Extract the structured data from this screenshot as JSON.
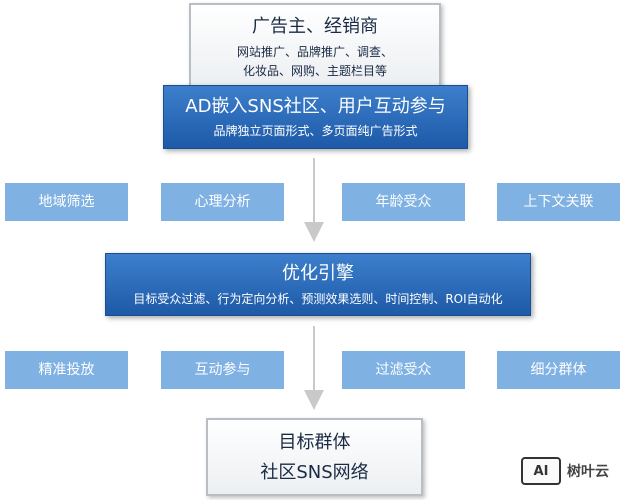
{
  "top_box": {
    "title": "广告主、经销商",
    "line1": "网站推广、品牌推广、调查、",
    "line2": "化妆品、网购、主题栏目等"
  },
  "ad_box": {
    "title": "AD嵌入SNS社区、用户互动参与",
    "subtitle": "品牌独立页面形式、多页面纯广告形式"
  },
  "filters_row": [
    "地域筛选",
    "心理分析",
    "年龄受众",
    "上下文关联"
  ],
  "engine_box": {
    "title": "优化引擎",
    "subtitle": "目标受众过滤、行为定向分析、预测效果选则、时间控制、ROI自动化"
  },
  "results_row": [
    "精准投放",
    "互动参与",
    "过滤受众",
    "细分群体"
  ],
  "bottom_box": {
    "title": "目标群体",
    "subtitle": "社区SNS网络"
  },
  "watermark": {
    "logo": "AI",
    "text": "树叶云"
  },
  "colors": {
    "blue_box": "#2b6cbd",
    "pill": "#7fb1e3",
    "arrow": "#c9c9c9"
  }
}
